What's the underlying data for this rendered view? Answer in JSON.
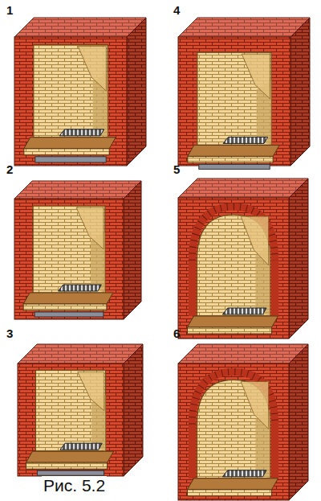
{
  "diagram": {
    "caption": "Рис. 5.2",
    "labels": [
      "1",
      "2",
      "3",
      "4",
      "5",
      "6"
    ]
  }
}
